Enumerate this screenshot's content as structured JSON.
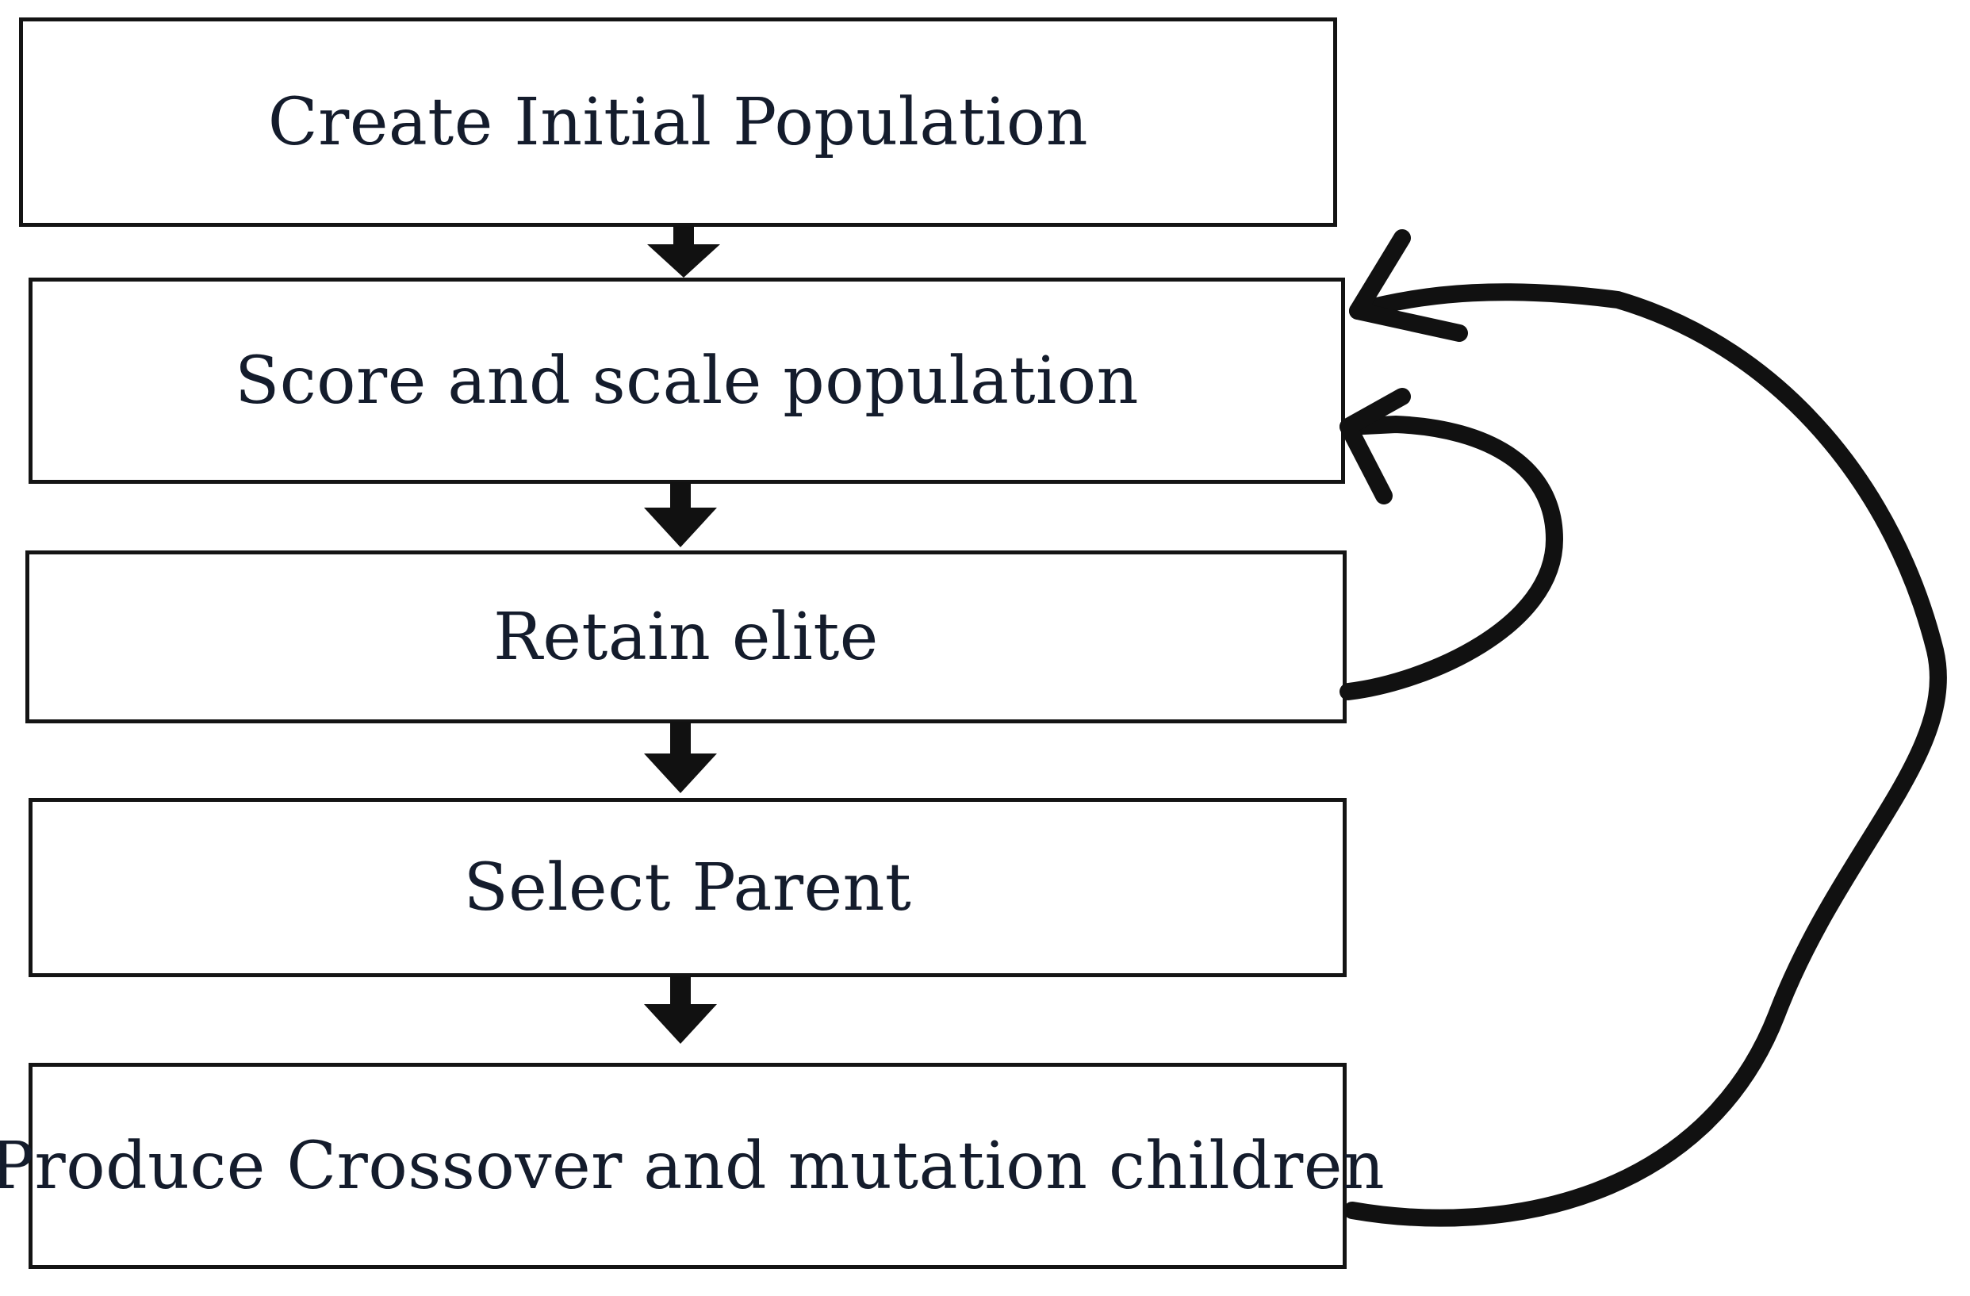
{
  "diagram": {
    "steps": [
      "Create Initial Population",
      "Score and scale population",
      "Retain elite",
      "Select Parent",
      "Produce Crossover and mutation children"
    ],
    "edges": [
      {
        "from": 0,
        "to": 1
      },
      {
        "from": 1,
        "to": 2
      },
      {
        "from": 2,
        "to": 3
      },
      {
        "from": 3,
        "to": 4
      },
      {
        "from": 2,
        "to": 1
      },
      {
        "from": 4,
        "to": 1
      }
    ],
    "colors": {
      "stroke": "#111111",
      "text": "#141c2c",
      "background": "#ffffff"
    }
  }
}
